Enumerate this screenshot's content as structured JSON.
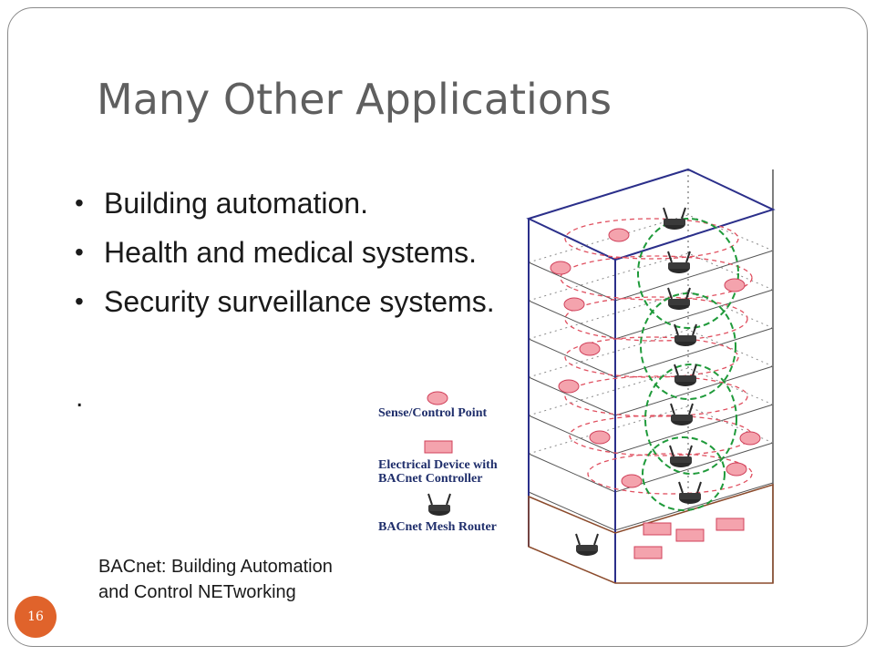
{
  "slide": {
    "title": "Many Other Applications",
    "bullets": [
      "Building automation.",
      "Health and medical systems.",
      "Security surveillance systems."
    ],
    "stray_dot": ".",
    "legend": {
      "sense_control_point": "Sense/Control Point",
      "electrical_device_line1": "Electrical Device with",
      "electrical_device_line2": "BACnet Controller",
      "mesh_router": "BACnet Mesh Router"
    },
    "caption_line1": "BACnet: Building Automation",
    "caption_line2": "and Control NETworking",
    "page_number": "16"
  },
  "colors": {
    "title": "#5f5f5f",
    "building_outline": "#2b2f8a",
    "sense_point_fill": "#f4a3ad",
    "sense_point_stroke": "#d0405a",
    "wireless_link_red": "#e05060",
    "wireless_link_green": "#1f9a3a",
    "router": "#2a2a2a",
    "basement_outline": "#8b4a2b",
    "page_badge": "#e0632b",
    "legend_text": "#1f2e6b"
  }
}
